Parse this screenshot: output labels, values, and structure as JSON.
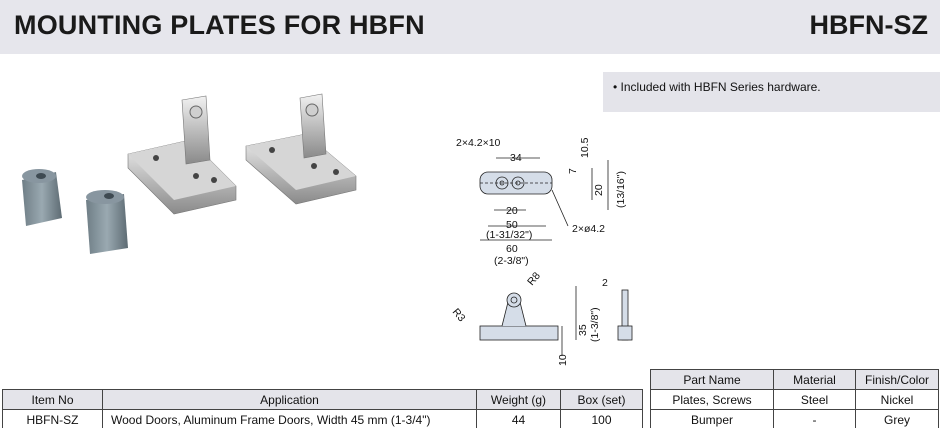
{
  "header": {
    "title": "MOUNTING PLATES FOR HBFN",
    "code": "HBFN-SZ"
  },
  "note": "• Included with HBFN Series hardware.",
  "dimensions": {
    "top_holes": "2×4.2×10",
    "d34": "34",
    "d10_5": "10.5",
    "d7": "7",
    "d20h": "20",
    "d13_16": "(13/16\")",
    "d20w": "20",
    "d50": "50",
    "d1_31_32": "(1-31/32\")",
    "d60": "60",
    "d2_3_8": "(2-3/8\")",
    "hole2": "2×ø4.2",
    "r8": "R8",
    "r3": "R3",
    "d35": "35",
    "d1_3_8": "(1-3/8\")",
    "d10": "10",
    "d2": "2"
  },
  "table_main": {
    "headers": [
      "Item No",
      "Application",
      "Weight (g)",
      "Box (set)"
    ],
    "row": [
      "HBFN-SZ",
      "Wood Doors, Aluminum Frame Doors, Width 45 mm (1-3/4\")",
      "44",
      "100"
    ]
  },
  "table_parts": {
    "headers": [
      "Part Name",
      "Material",
      "Finish/Color"
    ],
    "rows": [
      [
        "Plates, Screws",
        "Steel",
        "Nickel"
      ],
      [
        "Bumper",
        "-",
        "Grey"
      ]
    ]
  }
}
